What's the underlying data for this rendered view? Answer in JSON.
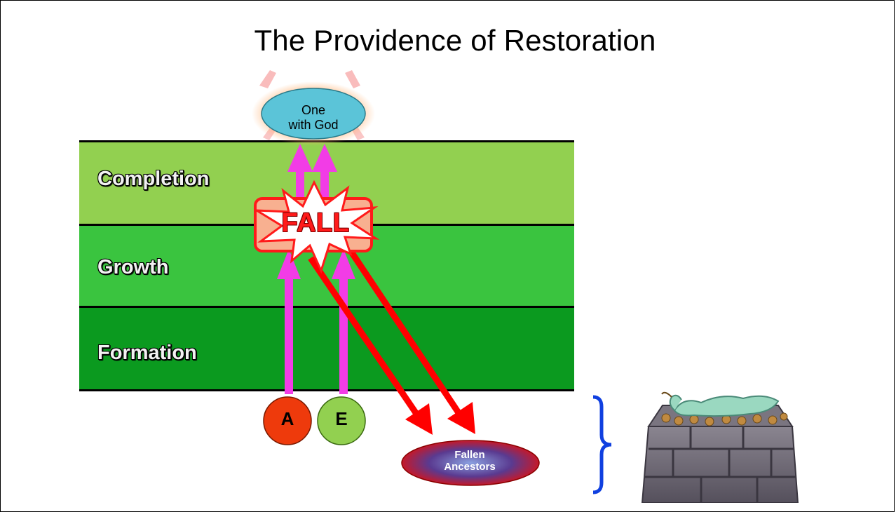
{
  "slide": {
    "title": "The Providence of Restoration"
  },
  "stages": [
    {
      "label": "Completion",
      "color": "#92d050"
    },
    {
      "label": "Growth",
      "color": "#3ac43f"
    },
    {
      "label": "Formation",
      "color": "#0b9a1f"
    }
  ],
  "nodes": {
    "goal_line1": "One",
    "goal_line2": "with God",
    "fall": "FALL",
    "adam": "A",
    "eve": "E",
    "fallen_line1": "Fallen",
    "fallen_line2": "Ancestors"
  },
  "colors": {
    "growth_arrow": "#f23ce6",
    "fall_arrow": "#ff0000",
    "goal_fill": "#5bc4d8",
    "adam_fill": "#ee3a0c",
    "eve_fill": "#92d050",
    "brace": "#1040e0"
  },
  "icons": {
    "altar": "stone-altar-with-sacrifice-icon"
  }
}
